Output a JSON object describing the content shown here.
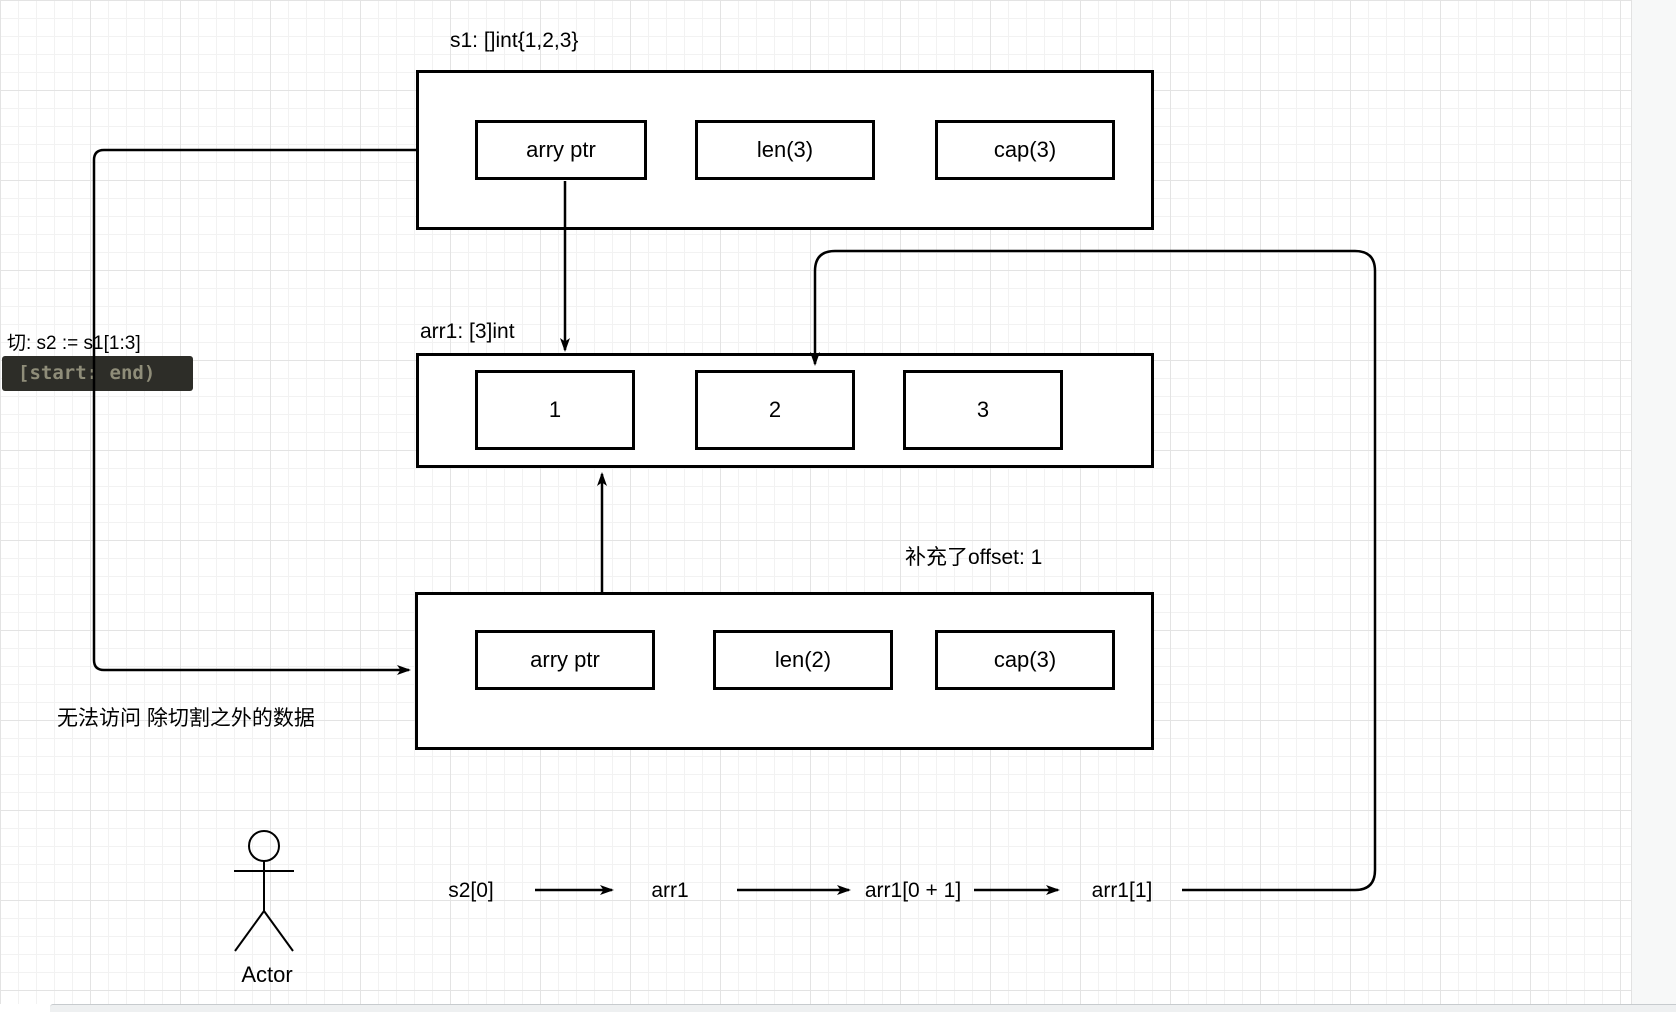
{
  "diagram": {
    "s1": {
      "label": "s1: []int{1,2,3}",
      "cells": [
        "arry ptr",
        "len(3)",
        "cap(3)"
      ]
    },
    "arr1": {
      "label": "arr1: [3]int",
      "cells": [
        "1",
        "2",
        "3"
      ]
    },
    "s2": {
      "label": "补充了offset: 1",
      "cells": [
        "arry ptr",
        "len(2)",
        "cap(3)"
      ]
    },
    "slice_note": {
      "label": "切:  s2 := s1[1:3]",
      "badge": "[start: end)"
    },
    "no_access_note": "无法访问 除切割之外的数据",
    "flow": {
      "items": [
        "s2[0]",
        "arr1",
        "arr1[0 + 1]",
        "arr1[1]"
      ]
    },
    "actor_label": "Actor"
  },
  "colors": {
    "line": "#000000",
    "badge_bg": "#2d2d28",
    "badge_text": "#8f8d79",
    "grid_minor": "#f2f2f2",
    "grid_major": "#e3e3e3",
    "scrollbar_track": "#eef0f1"
  }
}
